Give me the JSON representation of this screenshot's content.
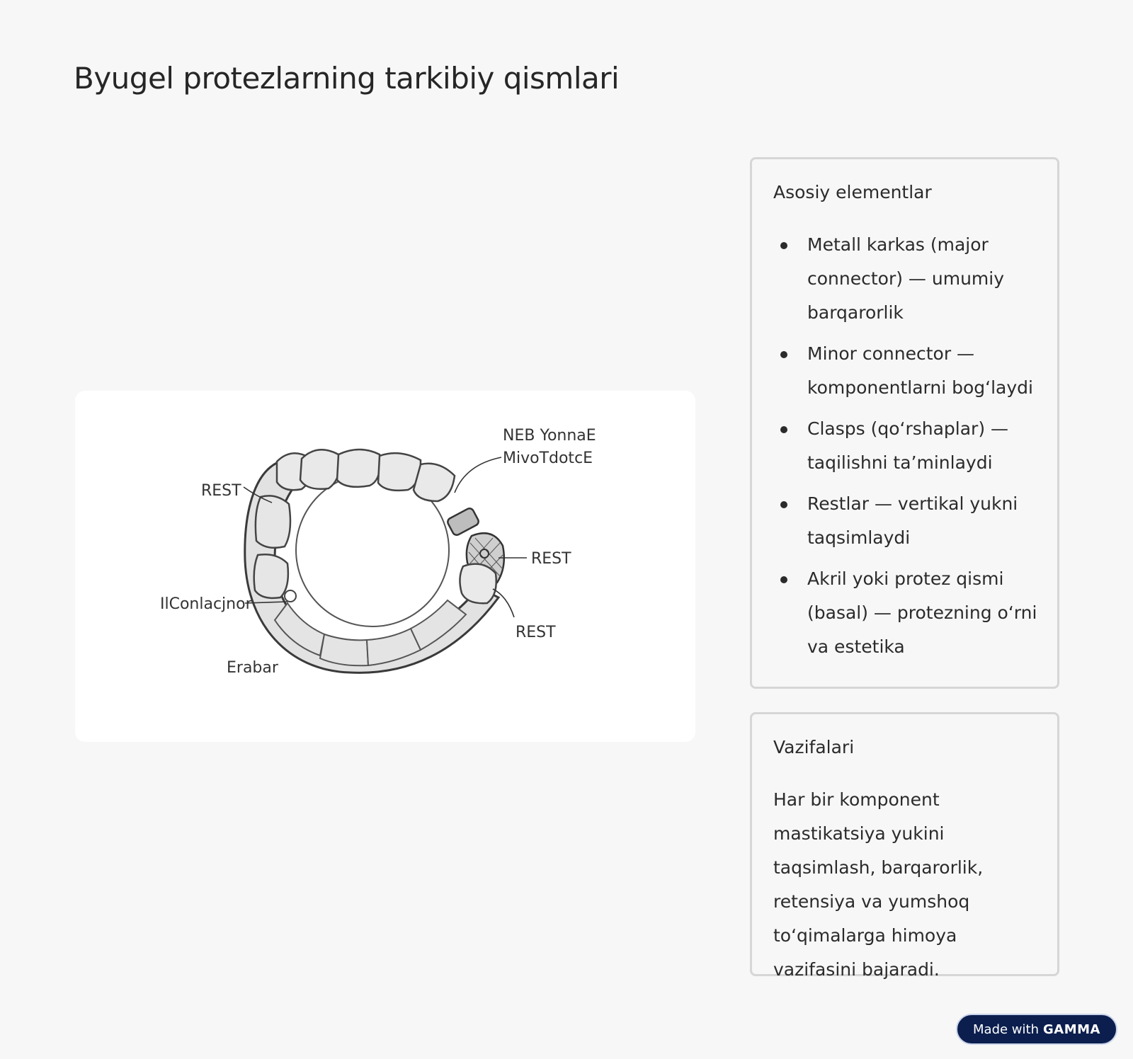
{
  "title": "Byugel protezlarning tarkibiy qismlari",
  "illustration": {
    "labels": {
      "top_right_line1": "NEB YonnaE",
      "top_right_line2": "MivoTdotcE",
      "rest_left": "REST",
      "rest_right": "REST",
      "rest_bottom": "REST",
      "left_mid": "IlConlacjnor",
      "bottom_left": "Erabar"
    }
  },
  "main_card": {
    "title": "Asosiy elementlar",
    "items": [
      "Metall karkas (major connector) — umumiy barqarorlik",
      "Minor connector — komponentlarni bog‘laydi",
      "Clasps (qo‘rshaplar) — taqilishni ta’minlaydi",
      "Restlar — vertikal yukni taqsimlaydi",
      "Akril yoki protez qismi (basal) — protezning o‘rni va estetika"
    ]
  },
  "func_card": {
    "title": "Vazifalari",
    "text": "Har bir komponent mastikatsiya yukini taqsimlash, barqarorlik, retensiya va yumshoq to‘qimalarga himoya vazifasini bajaradi."
  },
  "badge": {
    "prefix": "Made with",
    "brand": "GAMMA"
  }
}
